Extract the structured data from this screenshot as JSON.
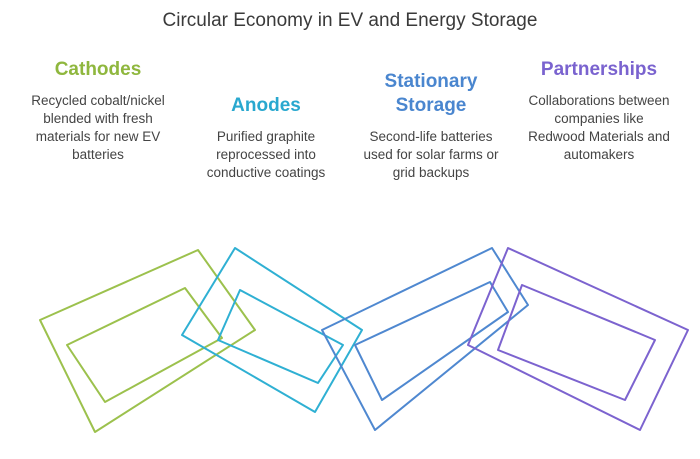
{
  "title": "Circular Economy in EV and Energy Storage",
  "columns": [
    {
      "heading": "Cathodes",
      "text": "Recycled cobalt/nickel blended with fresh materials for new EV batteries",
      "color": "#8fb73e"
    },
    {
      "heading": "Anodes",
      "text": "Purified graphite reprocessed into conductive coatings",
      "color": "#29a8cf"
    },
    {
      "heading": "Stationary Storage",
      "text": "Second-life batteries used for solar farms or grid backups",
      "color": "#4a86cf"
    },
    {
      "heading": "Partnerships",
      "text": "Collaborations between companies like Redwood Materials and automakers",
      "color": "#7a63cf"
    }
  ]
}
